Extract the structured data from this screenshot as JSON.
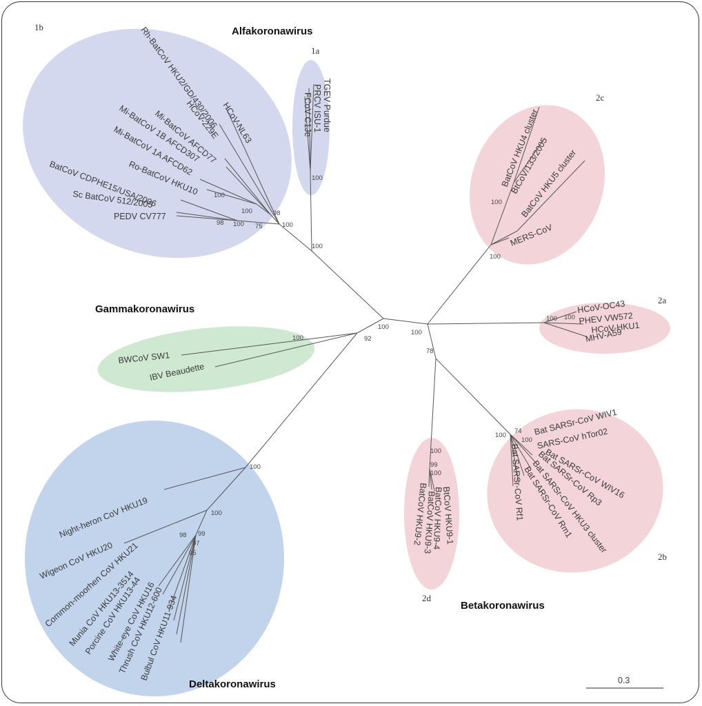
{
  "genera": {
    "alfa": "Alfakoronawirus",
    "beta": "Betakoronawirus",
    "gamma": "Gammakoronawirus",
    "delta": "Deltakoronawirus"
  },
  "subgroups": {
    "g1a": "1a",
    "g1b": "1b",
    "g2a": "2a",
    "g2b": "2b",
    "g2c": "2c",
    "g2d": "2d"
  },
  "colors": {
    "alfa": "#d4d8ee",
    "gamma": "#cfe8d2",
    "delta": "#c2d3ec",
    "beta": "#f3d4d8",
    "branch": "#555555"
  },
  "taxa": {
    "tgev": "TGEV Purdue",
    "prcv": "PRCV ISU-1",
    "fcov": "FCoV C1Je",
    "hcov_nl63": "HCoV-NL63",
    "hcov_229e": "HCoV-229E",
    "rh_batcov": "Rh-BatCoV HKU2/GD/430/2006",
    "mi_afcd77": "Mi-BatCoV AFCD77",
    "mi_1b": "Mi-BatCoV 1B AFCD307",
    "mi_1a": "Mi-BatCoV 1A AFCD62",
    "ro_hku10": "Ro-BatCoV HKU10",
    "batcov_cdphe": "BatCoV CDPHE15/USA/2006",
    "sc_batcov": "Sc BatCoV 512/2005",
    "pedv": "PEDV CV777",
    "batcov_hku4": "BatCoV HKU4 cluster",
    "btcov_133": "BtCoV/133/2005",
    "batcov_hku5": "BatCoV HKU5 cluster",
    "mers": "MERS-CoV",
    "hcov_oc43": "HCoV-OC43",
    "phev": "PHEV VW572",
    "hcov_hku1": "HCoV-HKU1",
    "mhv": "MHV-A59",
    "bat_wiv1": "Bat SARSr-CoV WIV1",
    "sars_htor": "SARS-CoV hTor02",
    "bat_wiv16": "Bat SARSr-CoV WIV16",
    "bat_rp3": "Bat SARSr-CoV Rp3",
    "bat_hku3": "Bat SARSr-CoV HKU3 cluster",
    "bat_rm1": "Bat SARSr-CoV Rm1",
    "bat_rf1": "Bat SARSr-CoV Rf1",
    "btcov_hku9_1": "BtCoV HKU9-1",
    "batcov_hku9_4": "BatCoV HKU9-4",
    "batcov_hku9_3": "BatCoV HKU9-3",
    "batcov_hku9_2": "BatCoV HKU9-2",
    "bwcov": "BWCoV SW1",
    "ibv": "IBV Beaudette",
    "night_heron": "Night-heron CoV HKU19",
    "wigeon": "Wigeon CoV HKU20",
    "common_moorhen": "Common-moorhen CoV HKU21",
    "munia": "Munia CoV HKU13-3514",
    "porcine": "Porcine CoV HKU13-44",
    "white_eye": "White-eye CoV HKU16",
    "thrush": "Thrush CoV HKU12-600",
    "bulbul": "Bulbul CoV HKU11-934"
  },
  "bootstrap": {
    "b1a_100": "100",
    "b1_root": "100",
    "b1b_100": "100",
    "b1b_98": "98",
    "b1b_100b": "100",
    "b1b_100c": "100",
    "b1b_98b": "98",
    "b1b_100d": "100",
    "b1b_75": "75",
    "center_100": "100",
    "center_92": "92",
    "beta_100": "100",
    "beta_78": "78",
    "b2c_100a": "100",
    "b2c_100b": "100",
    "b2a_100a": "100",
    "b2a_100b": "100",
    "b2b_100a": "100",
    "b2b_74": "74",
    "b2b_100b": "100",
    "b2d_100": "100",
    "b2d_99": "99",
    "b2d_100b": "100",
    "gamma_100": "100",
    "delta_100a": "100",
    "delta_100b": "100",
    "delta_98": "98",
    "delta_99": "99",
    "delta_97": "97",
    "delta_95": "95"
  },
  "scale": {
    "label": "0.3"
  }
}
